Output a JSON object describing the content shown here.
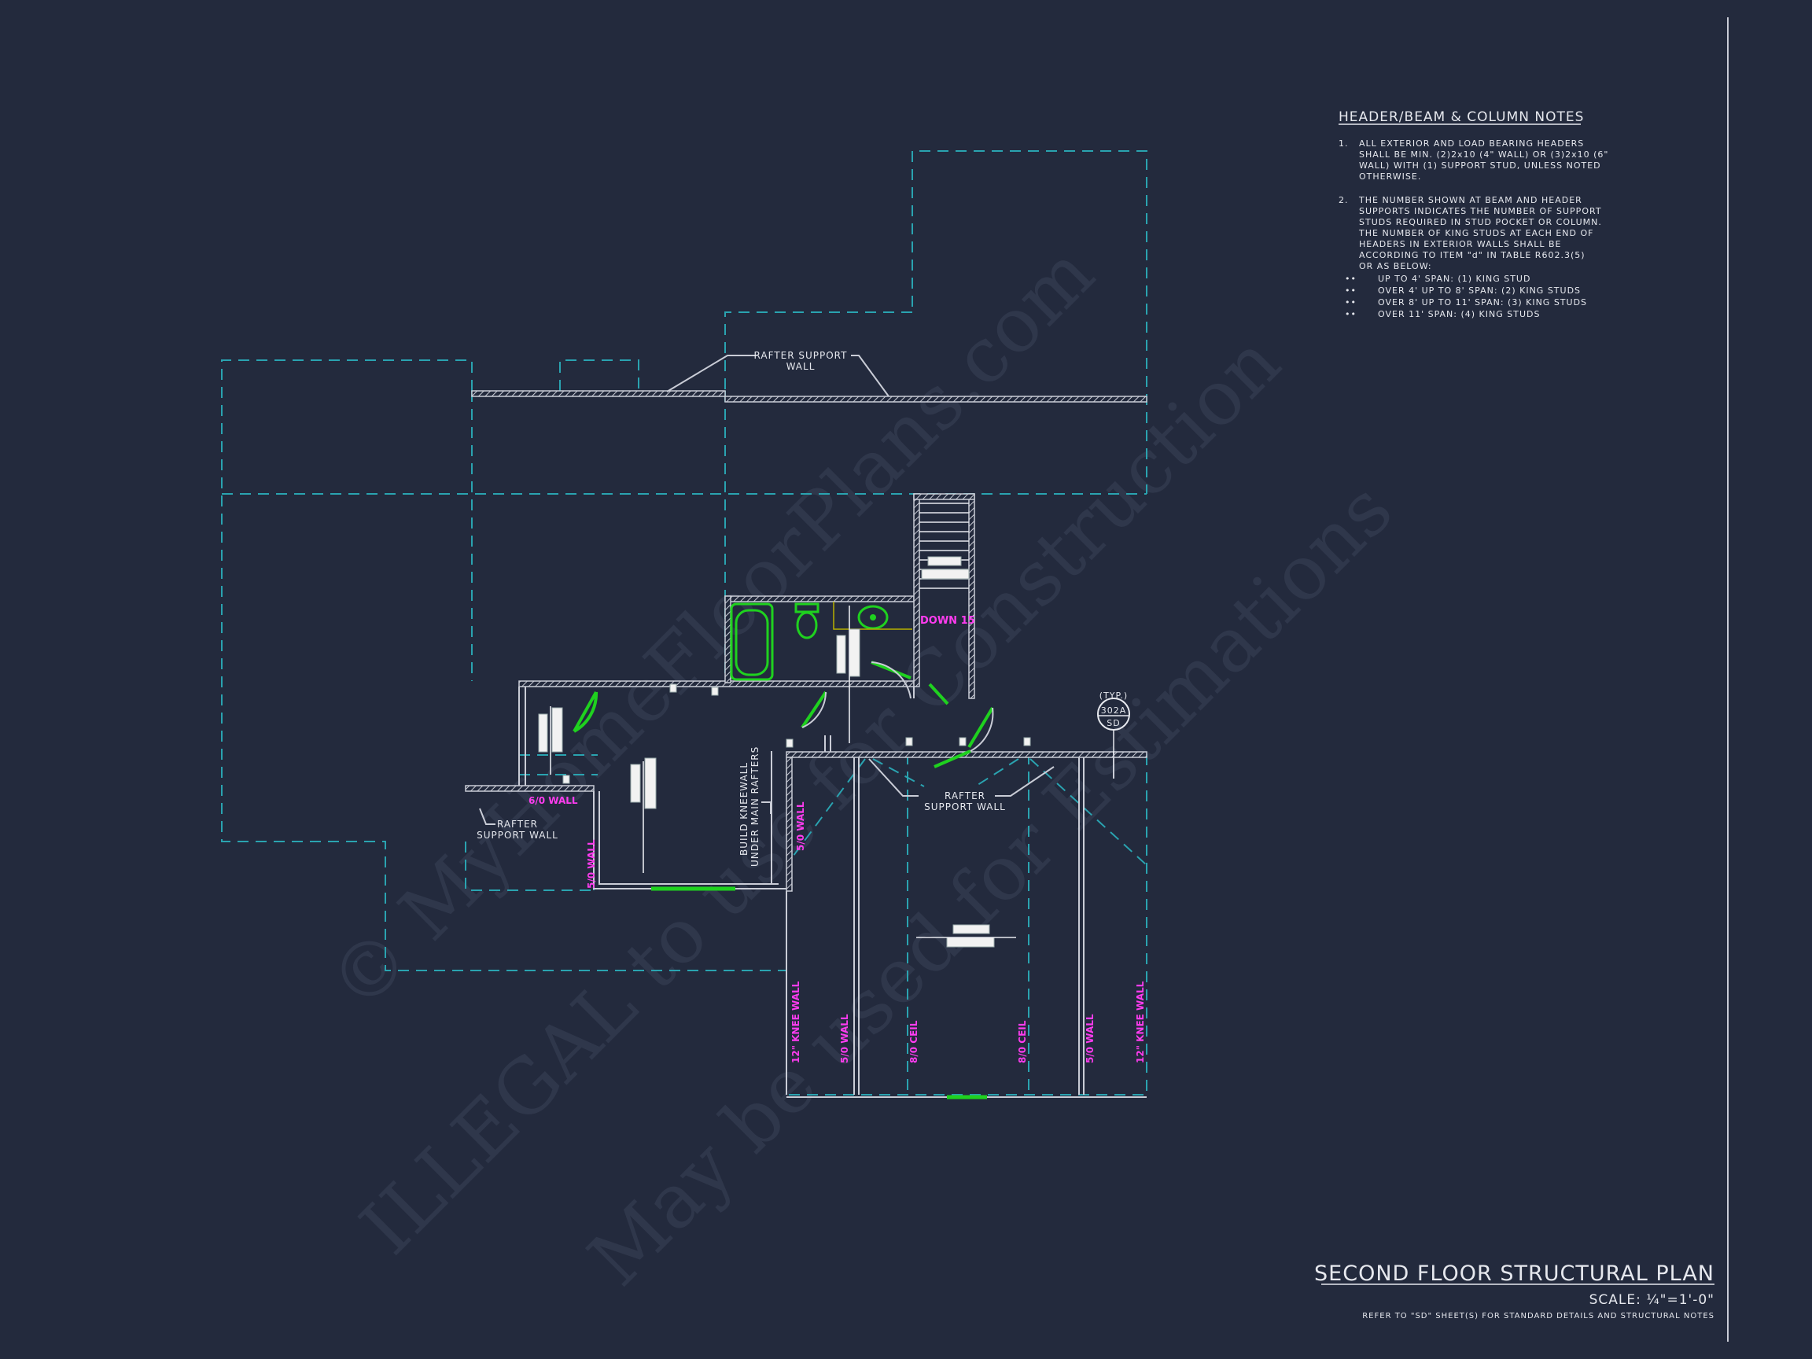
{
  "notes": {
    "title": "HEADER/BEAM & COLUMN NOTES",
    "n1_num": "1.",
    "n1_l1": "ALL EXTERIOR AND LOAD BEARING HEADERS",
    "n1_l2": "SHALL BE MIN. (2)2x10 (4\" WALL) OR (3)2x10 (6\"",
    "n1_l3": "WALL) WITH (1) SUPPORT STUD, UNLESS NOTED",
    "n1_l4": "OTHERWISE.",
    "n2_num": "2.",
    "n2_l1": "THE NUMBER SHOWN AT BEAM AND HEADER",
    "n2_l2": "SUPPORTS INDICATES THE NUMBER OF SUPPORT",
    "n2_l3": "STUDS REQUIRED IN STUD POCKET OR COLUMN.",
    "n2_l4": "THE NUMBER OF KING STUDS AT EACH END OF",
    "n2_l5": "HEADERS IN EXTERIOR WALLS SHALL BE",
    "n2_l6": "ACCORDING TO ITEM \"d\" IN TABLE R602.3(5)",
    "n2_l7": "OR AS BELOW:",
    "b1": "UP TO 4' SPAN: (1) KING STUD",
    "b2": "OVER 4' UP TO 8' SPAN: (2) KING STUDS",
    "b3": "OVER 8' UP TO 11' SPAN: (3) KING STUDS",
    "b4": "OVER 11' SPAN: (4) KING STUDS",
    "bullet": "••"
  },
  "labels": {
    "rafter1_l1": "RAFTER SUPPORT",
    "rafter1_l2": "WALL",
    "rafter2_l1": "RAFTER",
    "rafter2_l2": "SUPPORT WALL",
    "rafter3_l1": "RAFTER",
    "rafter3_l2": "SUPPORT WALL",
    "down": "DOWN 15",
    "wall60": "6/0 WALL",
    "wall50a": "5/0 WALL",
    "wall50b": "5/0 WALL",
    "kneewall_l1": "BUILD KNEEWALL",
    "kneewall_l2": "UNDER MAIN RAFTERS",
    "knee12a": "12\" KNEE WALL",
    "wall50c": "5/0 WALL",
    "ceil80a": "8/0 CEIL",
    "ceil80b": "8/0 CEIL",
    "wall50d": "5/0 WALL",
    "knee12b": "12\" KNEE WALL",
    "typ": "(TYP.)",
    "sec_num": "302A",
    "sec_sheet": "SD"
  },
  "title_block": {
    "title": "SECOND FLOOR STRUCTURAL PLAN",
    "scale": "SCALE: ¼\"=1'-0\"",
    "refer": "REFER TO \"SD\" SHEET(S) FOR STANDARD DETAILS AND STRUCTURAL NOTES"
  },
  "watermark": {
    "line1": "© MyHomeFloorPlans.com",
    "line2": "ILLEGAL to use for Construction",
    "line3": "May be used for Estimations"
  },
  "colors": {
    "background": "#232a3d",
    "dashed_outline": "#2aa3b0",
    "magenta_text": "#ff3cf0",
    "fixtures": "#1fd11f",
    "linework": "#e6e8ee"
  }
}
